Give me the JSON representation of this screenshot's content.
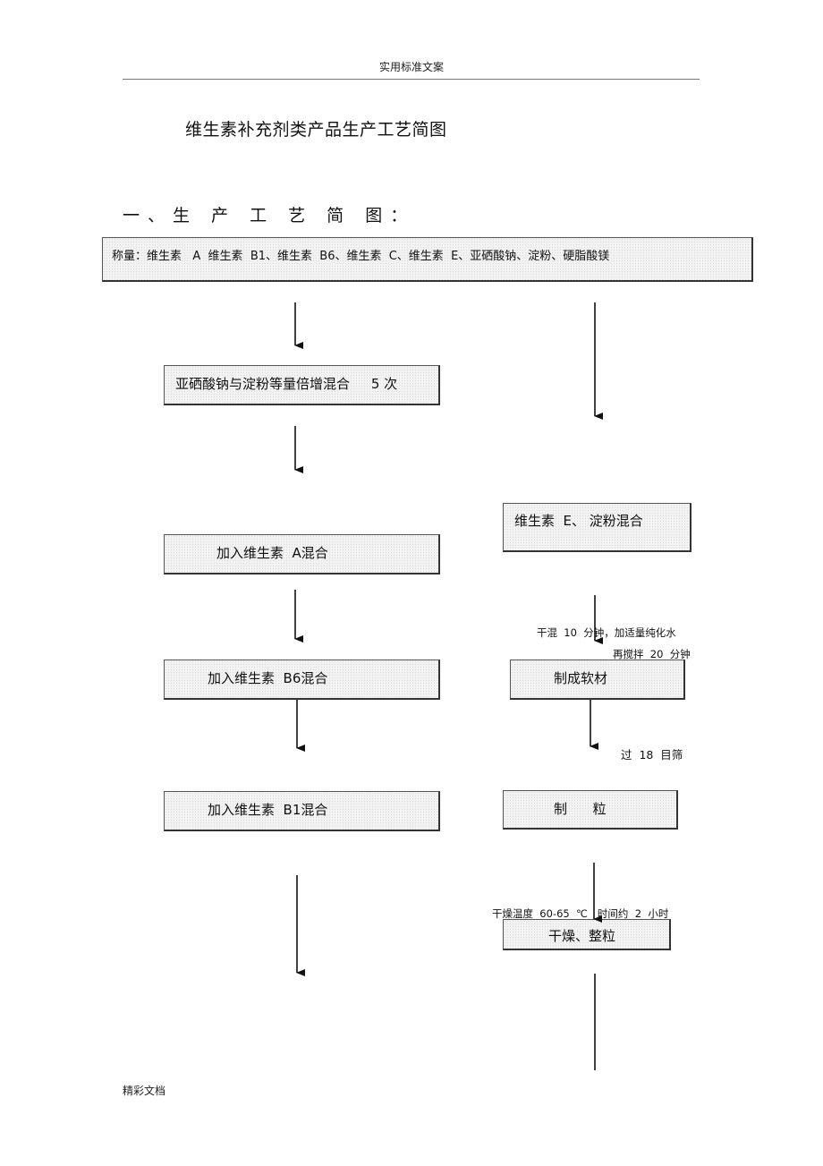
{
  "header": {
    "text": "实用标准文案"
  },
  "title": "维生素补充剂类产品生产工艺简图",
  "section_title": "一、生 产 工 艺 简 图：",
  "weighing_box": {
    "text": "称量：维生素   A  维生素  B1、维生素  B6、维生素  C、维生素  E、亚硒酸钠、淀粉、硬脂酸镁"
  },
  "left_branch": [
    {
      "label": "亚硒酸钠与淀粉等量倍增混合     5 次"
    },
    {
      "label": "加入维生素  A混合"
    },
    {
      "label": "加入维生素  B6混合"
    },
    {
      "label": "加入维生素  B1混合"
    }
  ],
  "right_branch": [
    {
      "label": "维生素  E、 淀粉混合"
    },
    {
      "label": "制成软材"
    },
    {
      "label": "制      粒"
    },
    {
      "label": "干燥、整粒"
    }
  ],
  "notes": {
    "dry_mix": "干混  10  分钟，加适量纯化水",
    "stir": "再搅拌  20  分钟",
    "sieve": "过  18  目筛",
    "drying": "干燥温度  60-65  ℃   时间约  2  小时"
  },
  "footer": {
    "text": "精彩文档"
  }
}
